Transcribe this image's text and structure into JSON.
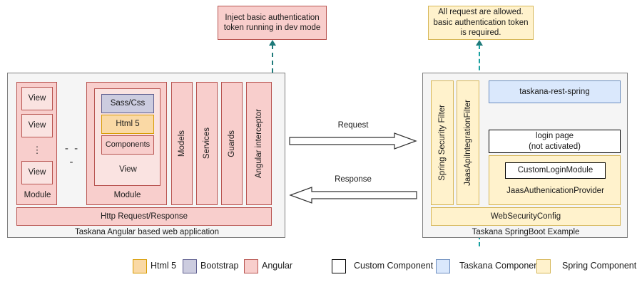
{
  "callouts": {
    "left": {
      "text": "Inject basic authentication token running in dev mode",
      "color": "#f8cecc",
      "border": "#b85450"
    },
    "right": {
      "text": "All request are allowed. basic authentication token is required.",
      "color": "#fff2cc",
      "border": "#d6b656"
    }
  },
  "left_panel": {
    "caption": "Taskana Angular based web application",
    "module_a": {
      "label": "Module",
      "views": [
        "View",
        "View",
        "View"
      ],
      "ellipsis": "⋮"
    },
    "separator": "- - -",
    "module_b": {
      "label": "Module",
      "view_label": "View",
      "parts": [
        {
          "label": "Sass/Css",
          "type": "bootstrap"
        },
        {
          "label": "Html 5",
          "type": "html5"
        },
        {
          "label": "Components",
          "type": "angular"
        }
      ]
    },
    "columns": [
      "Models",
      "Services",
      "Guards"
    ],
    "interceptor": "Angular interceptor",
    "http_bar": "Http Request/Response"
  },
  "arrows": {
    "request": "Request",
    "response": "Response"
  },
  "right_panel": {
    "caption": "Taskana SpringBoot Example",
    "filters": [
      "Spring Security Filter",
      "JaasApiIntegrationFilter"
    ],
    "rest": "taskana-rest-spring",
    "login_page_line1": "login page",
    "login_page_line2": "(not activated)",
    "custom_login_module": "CustomLoginModule",
    "jaas_provider": "JaasAuthenicationProvider",
    "web_security_config": "WebSecurityConfig"
  },
  "legend": {
    "items": [
      {
        "label": "Html 5",
        "fill": "#fad9a5",
        "stroke": "#d79b00"
      },
      {
        "label": "Bootstrap",
        "fill": "#ccccdf",
        "stroke": "#5f5f8f"
      },
      {
        "label": "Angular",
        "fill": "#f8cecc",
        "stroke": "#b85450"
      },
      {
        "label": "Custom Component",
        "fill": "#ffffff",
        "stroke": "#000000"
      },
      {
        "label": "Taskana Component",
        "fill": "#dae8fc",
        "stroke": "#6c8ebf"
      },
      {
        "label": "Spring Component",
        "fill": "#fff2cc",
        "stroke": "#d6b656"
      }
    ]
  }
}
